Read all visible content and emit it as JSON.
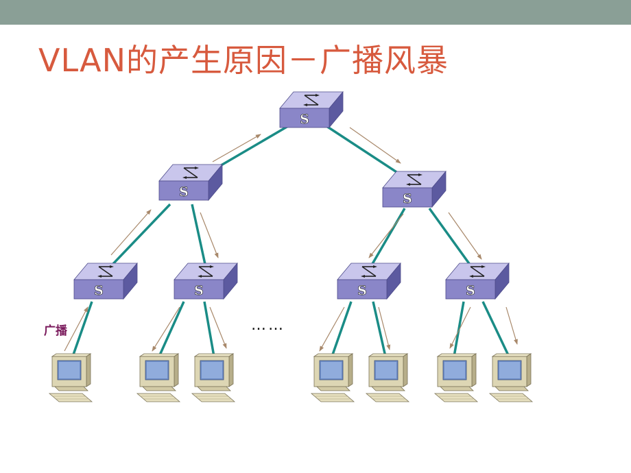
{
  "slide": {
    "title": "VLAN的产生原因－广播风暴"
  },
  "diagram": {
    "switch_label": "S",
    "broadcast_label": "广播",
    "ellipsis": "……",
    "colors": {
      "title": "#d75a3e",
      "top_band": "#8a9f96",
      "link": "#1a8c86",
      "arrow": "#a8886a",
      "switch_front": "#8a86c8",
      "switch_top": "#c9c6ec",
      "switch_side": "#5c5aa0",
      "broadcast_label": "#7a1a5c"
    },
    "switches": [
      {
        "id": "sw-core",
        "label": "S"
      },
      {
        "id": "sw-agg-left",
        "label": "S"
      },
      {
        "id": "sw-agg-right",
        "label": "S"
      },
      {
        "id": "sw-access-1",
        "label": "S"
      },
      {
        "id": "sw-access-2",
        "label": "S"
      },
      {
        "id": "sw-access-3",
        "label": "S"
      },
      {
        "id": "sw-access-4",
        "label": "S"
      }
    ],
    "computers": [
      {
        "id": "pc-1"
      },
      {
        "id": "pc-2"
      },
      {
        "id": "pc-3"
      },
      {
        "id": "pc-4"
      },
      {
        "id": "pc-5"
      },
      {
        "id": "pc-6"
      },
      {
        "id": "pc-7"
      }
    ]
  }
}
